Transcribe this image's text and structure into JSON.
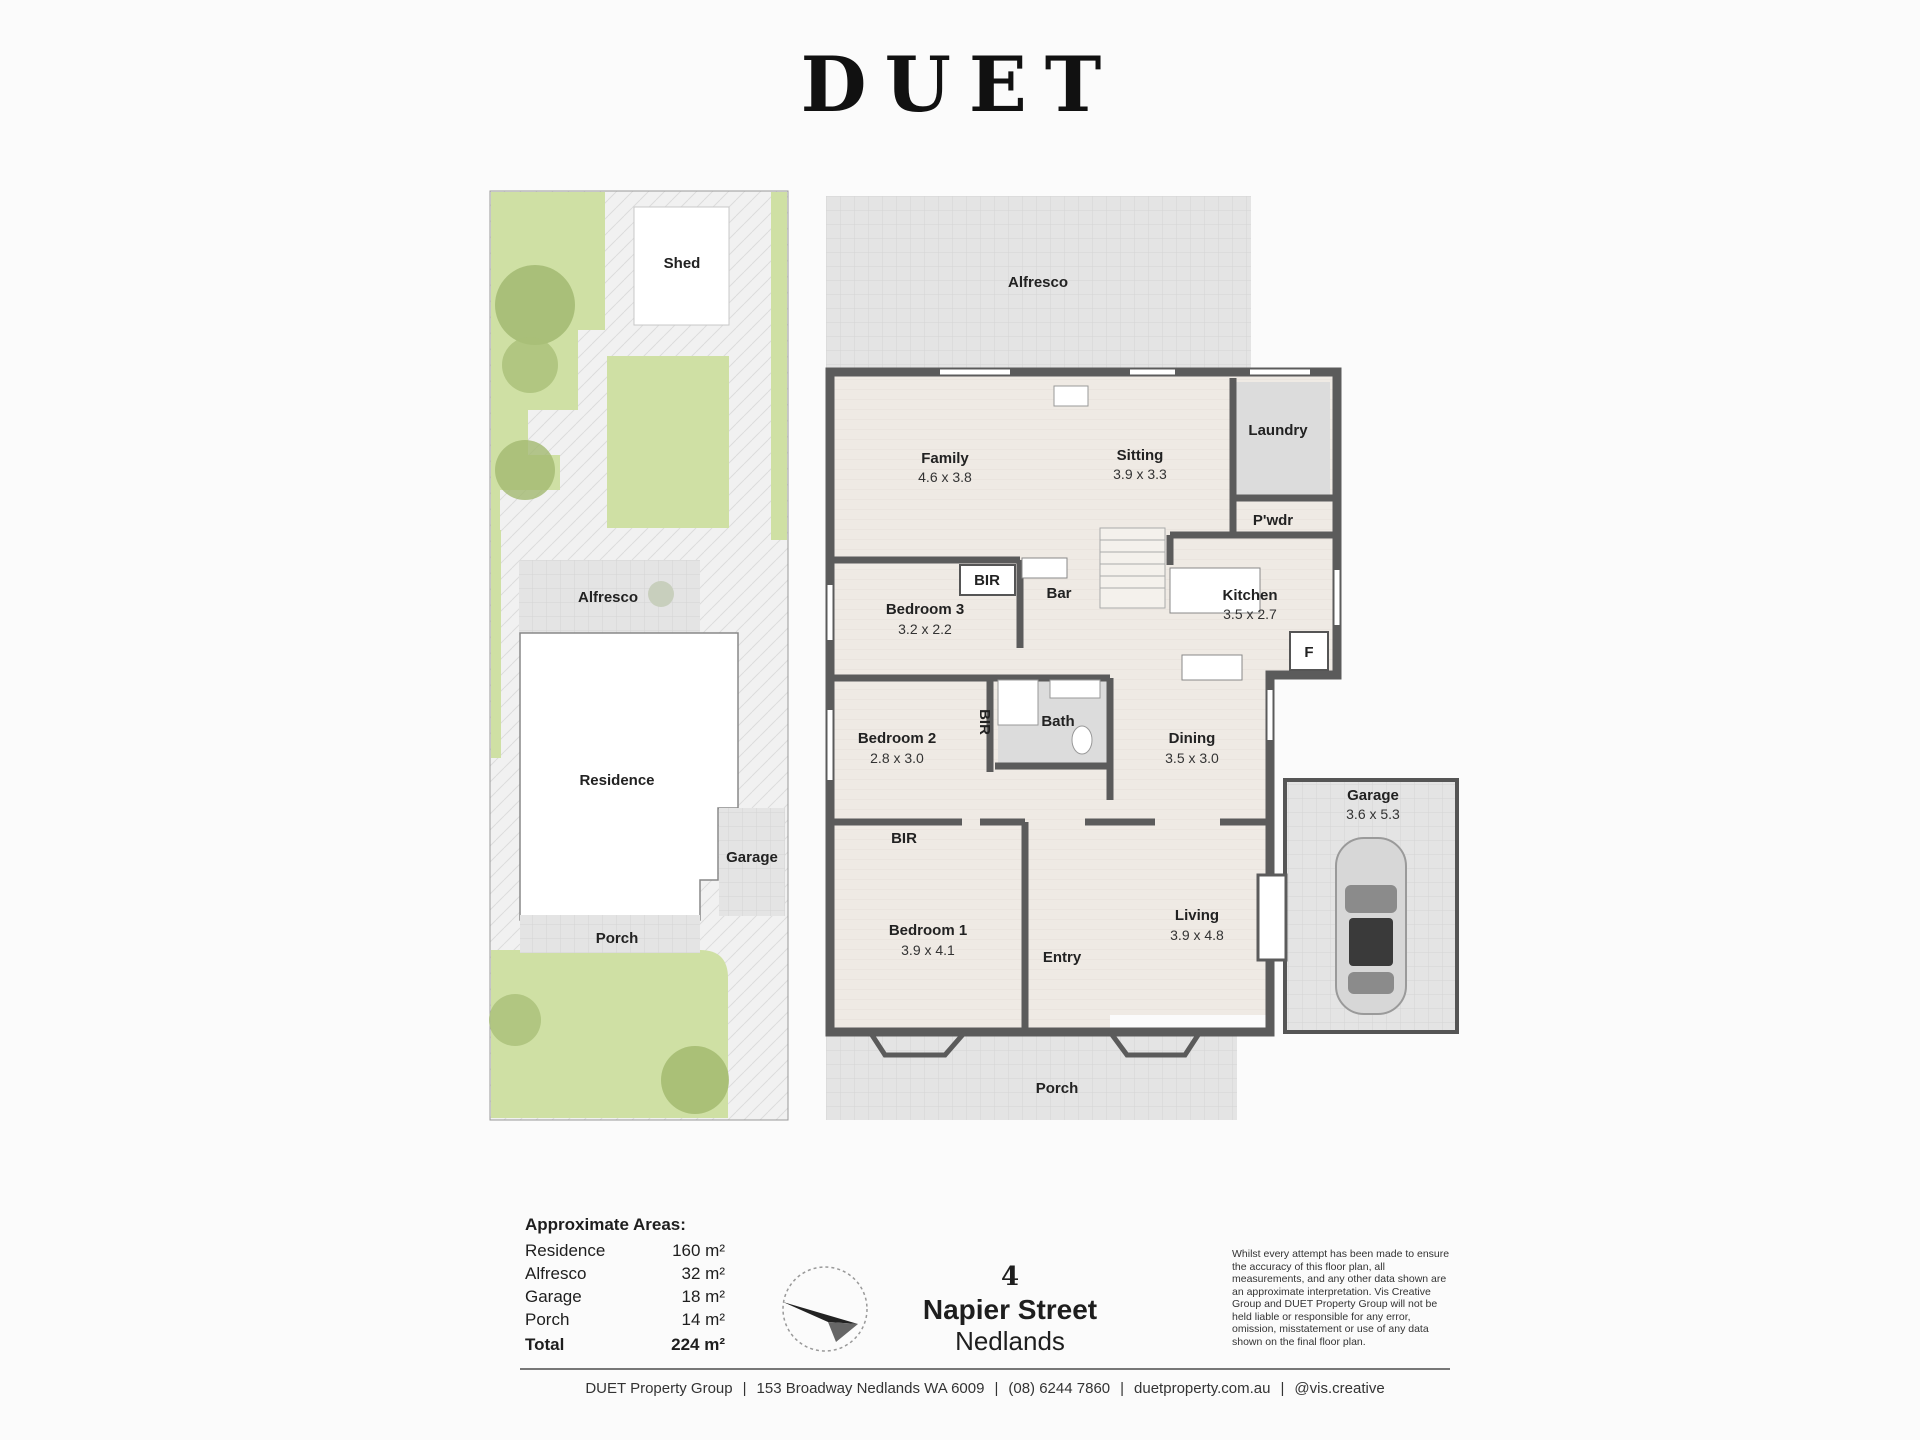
{
  "brand": "DUET",
  "site_plan": {
    "shed": "Shed",
    "alfresco": "Alfresco",
    "residence": "Residence",
    "garage": "Garage",
    "porch": "Porch"
  },
  "floor_plan": {
    "alfresco": "Alfresco",
    "family": {
      "name": "Family",
      "dims": "4.6 x 3.8"
    },
    "sitting": {
      "name": "Sitting",
      "dims": "3.9 x 3.3"
    },
    "laundry": "Laundry",
    "pwdr": "P'wdr",
    "bir_b3": "BIR",
    "bar": "Bar",
    "bedroom3": {
      "name": "Bedroom 3",
      "dims": "3.2 x 2.2"
    },
    "kitchen": {
      "name": "Kitchen",
      "dims": "3.5 x 2.7"
    },
    "fridge": "F",
    "bir_b2": "BIR",
    "bath": "Bath",
    "bedroom2": {
      "name": "Bedroom 2",
      "dims": "2.8 x 3.0"
    },
    "dining": {
      "name": "Dining",
      "dims": "3.5 x 3.0"
    },
    "garage": {
      "name": "Garage",
      "dims": "3.6 x 5.3"
    },
    "bir_b1": "BIR",
    "bedroom1": {
      "name": "Bedroom 1",
      "dims": "3.9 x 4.1"
    },
    "entry": "Entry",
    "living": {
      "name": "Living",
      "dims": "3.9 x 4.8"
    },
    "porch": "Porch"
  },
  "areas": {
    "heading": "Approximate Areas:",
    "rows": [
      {
        "label": "Residence",
        "value": "160 m²"
      },
      {
        "label": "Alfresco",
        "value": "32 m²"
      },
      {
        "label": "Garage",
        "value": "18 m²"
      },
      {
        "label": "Porch",
        "value": "14 m²"
      }
    ],
    "total_label": "Total",
    "total_value": "224 m²"
  },
  "address": {
    "number": "4",
    "street": "Napier Street",
    "suburb": "Nedlands"
  },
  "disclaimer": "Whilst every attempt has been made to ensure the accuracy of this floor plan, all measurements, and any other data shown are an approximate interpretation. Vis Creative Group and DUET Property Group will not be held liable or responsible for any error, omission, misstatement or use of any data shown on the final floor plan.",
  "footer": {
    "company": "DUET Property Group",
    "address": "153 Broadway Nedlands WA 6009",
    "phone": "(08) 6244 7860",
    "website": "duetproperty.com.au",
    "credit": "@vis.creative"
  },
  "colors": {
    "wall": "#5b5b5b",
    "floor": "#efebe6",
    "paving": "#dcdcdc",
    "lawn": "#cfe0a4",
    "brand_text": "#111111"
  }
}
